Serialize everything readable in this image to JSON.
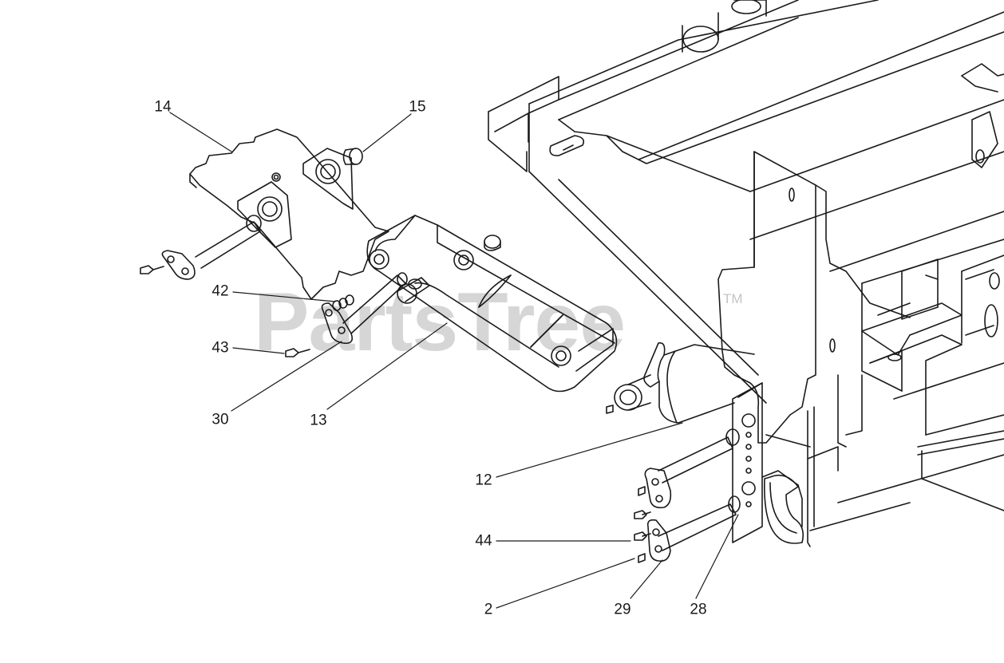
{
  "watermark": {
    "text": "PartsTree",
    "trademark": "TM"
  },
  "callouts": [
    {
      "id": "14",
      "label": "14"
    },
    {
      "id": "15",
      "label": "15"
    },
    {
      "id": "42",
      "label": "42"
    },
    {
      "id": "43",
      "label": "43"
    },
    {
      "id": "30",
      "label": "30"
    },
    {
      "id": "13",
      "label": "13"
    },
    {
      "id": "12",
      "label": "12"
    },
    {
      "id": "44",
      "label": "44"
    },
    {
      "id": "2",
      "label": "2"
    },
    {
      "id": "29",
      "label": "29"
    },
    {
      "id": "28",
      "label": "28"
    }
  ]
}
